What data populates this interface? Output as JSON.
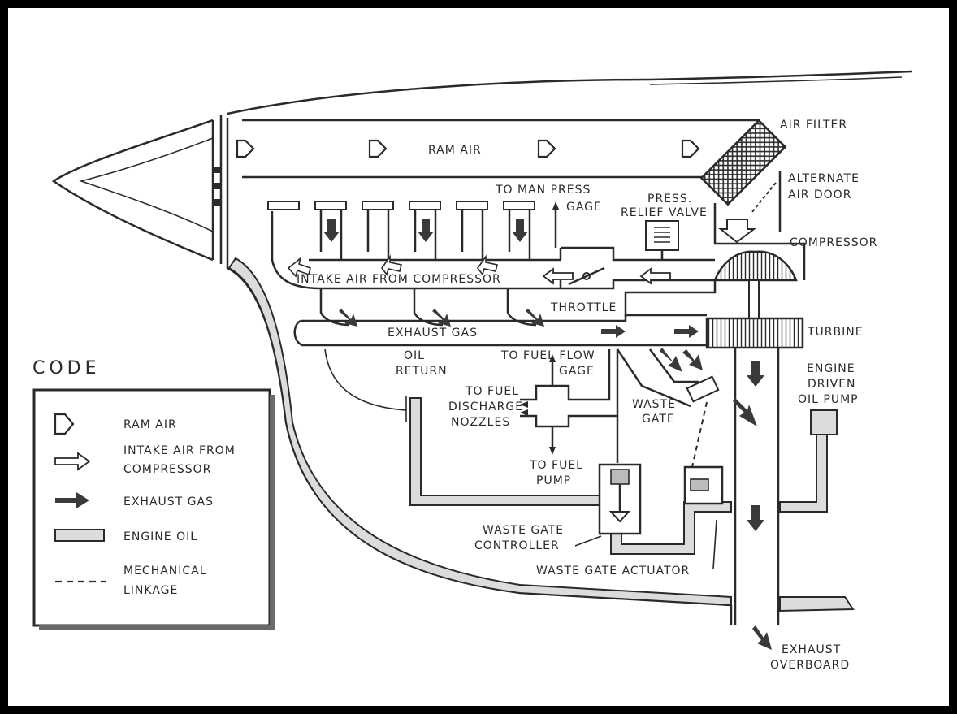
{
  "diagram": {
    "labels": {
      "air_filter": "AIR FILTER",
      "alternate_1": "ALTERNATE",
      "alternate_2": "AIR DOOR",
      "ram_air": "RAM AIR",
      "to_man_press": "TO MAN PRESS",
      "gage": "GAGE",
      "press": "PRESS.",
      "relief_valve": "RELIEF VALVE",
      "compressor": "COMPRESSOR",
      "intake_air": "INTAKE AIR FROM COMPRESSOR",
      "throttle": "THROTTLE",
      "exhaust_gas": "EXHAUST GAS",
      "turbine": "TURBINE",
      "oil": "OIL",
      "return": "RETURN",
      "to_fuel_flow": "TO FUEL FLOW",
      "flow_gage": "GAGE",
      "to_fuel": "TO FUEL",
      "discharge": "DISCHARGE",
      "nozzles": "NOZZLES",
      "waste": "WASTE",
      "gate": "GATE",
      "engine": "ENGINE",
      "driven": "DRIVEN",
      "oil_pump": "OIL PUMP",
      "to_fuel_2": "TO FUEL",
      "pump": "PUMP",
      "wgc_1": "WASTE GATE",
      "wgc_2": "CONTROLLER",
      "wga": "WASTE GATE ACTUATOR",
      "exhaust_1": "EXHAUST",
      "exhaust_2": "OVERBOARD"
    }
  },
  "legend": {
    "title": "CODE",
    "items": [
      {
        "icon": "ram-air-arrow-icon",
        "label_1": "RAM AIR",
        "label_2": ""
      },
      {
        "icon": "intake-air-arrow-icon",
        "label_1": "INTAKE AIR FROM",
        "label_2": "COMPRESSOR"
      },
      {
        "icon": "exhaust-gas-arrow-icon",
        "label_1": "EXHAUST GAS",
        "label_2": ""
      },
      {
        "icon": "engine-oil-icon",
        "label_1": "ENGINE OIL",
        "label_2": ""
      },
      {
        "icon": "mechanical-linkage-icon",
        "label_1": "MECHANICAL",
        "label_2": "LINKAGE"
      }
    ]
  }
}
